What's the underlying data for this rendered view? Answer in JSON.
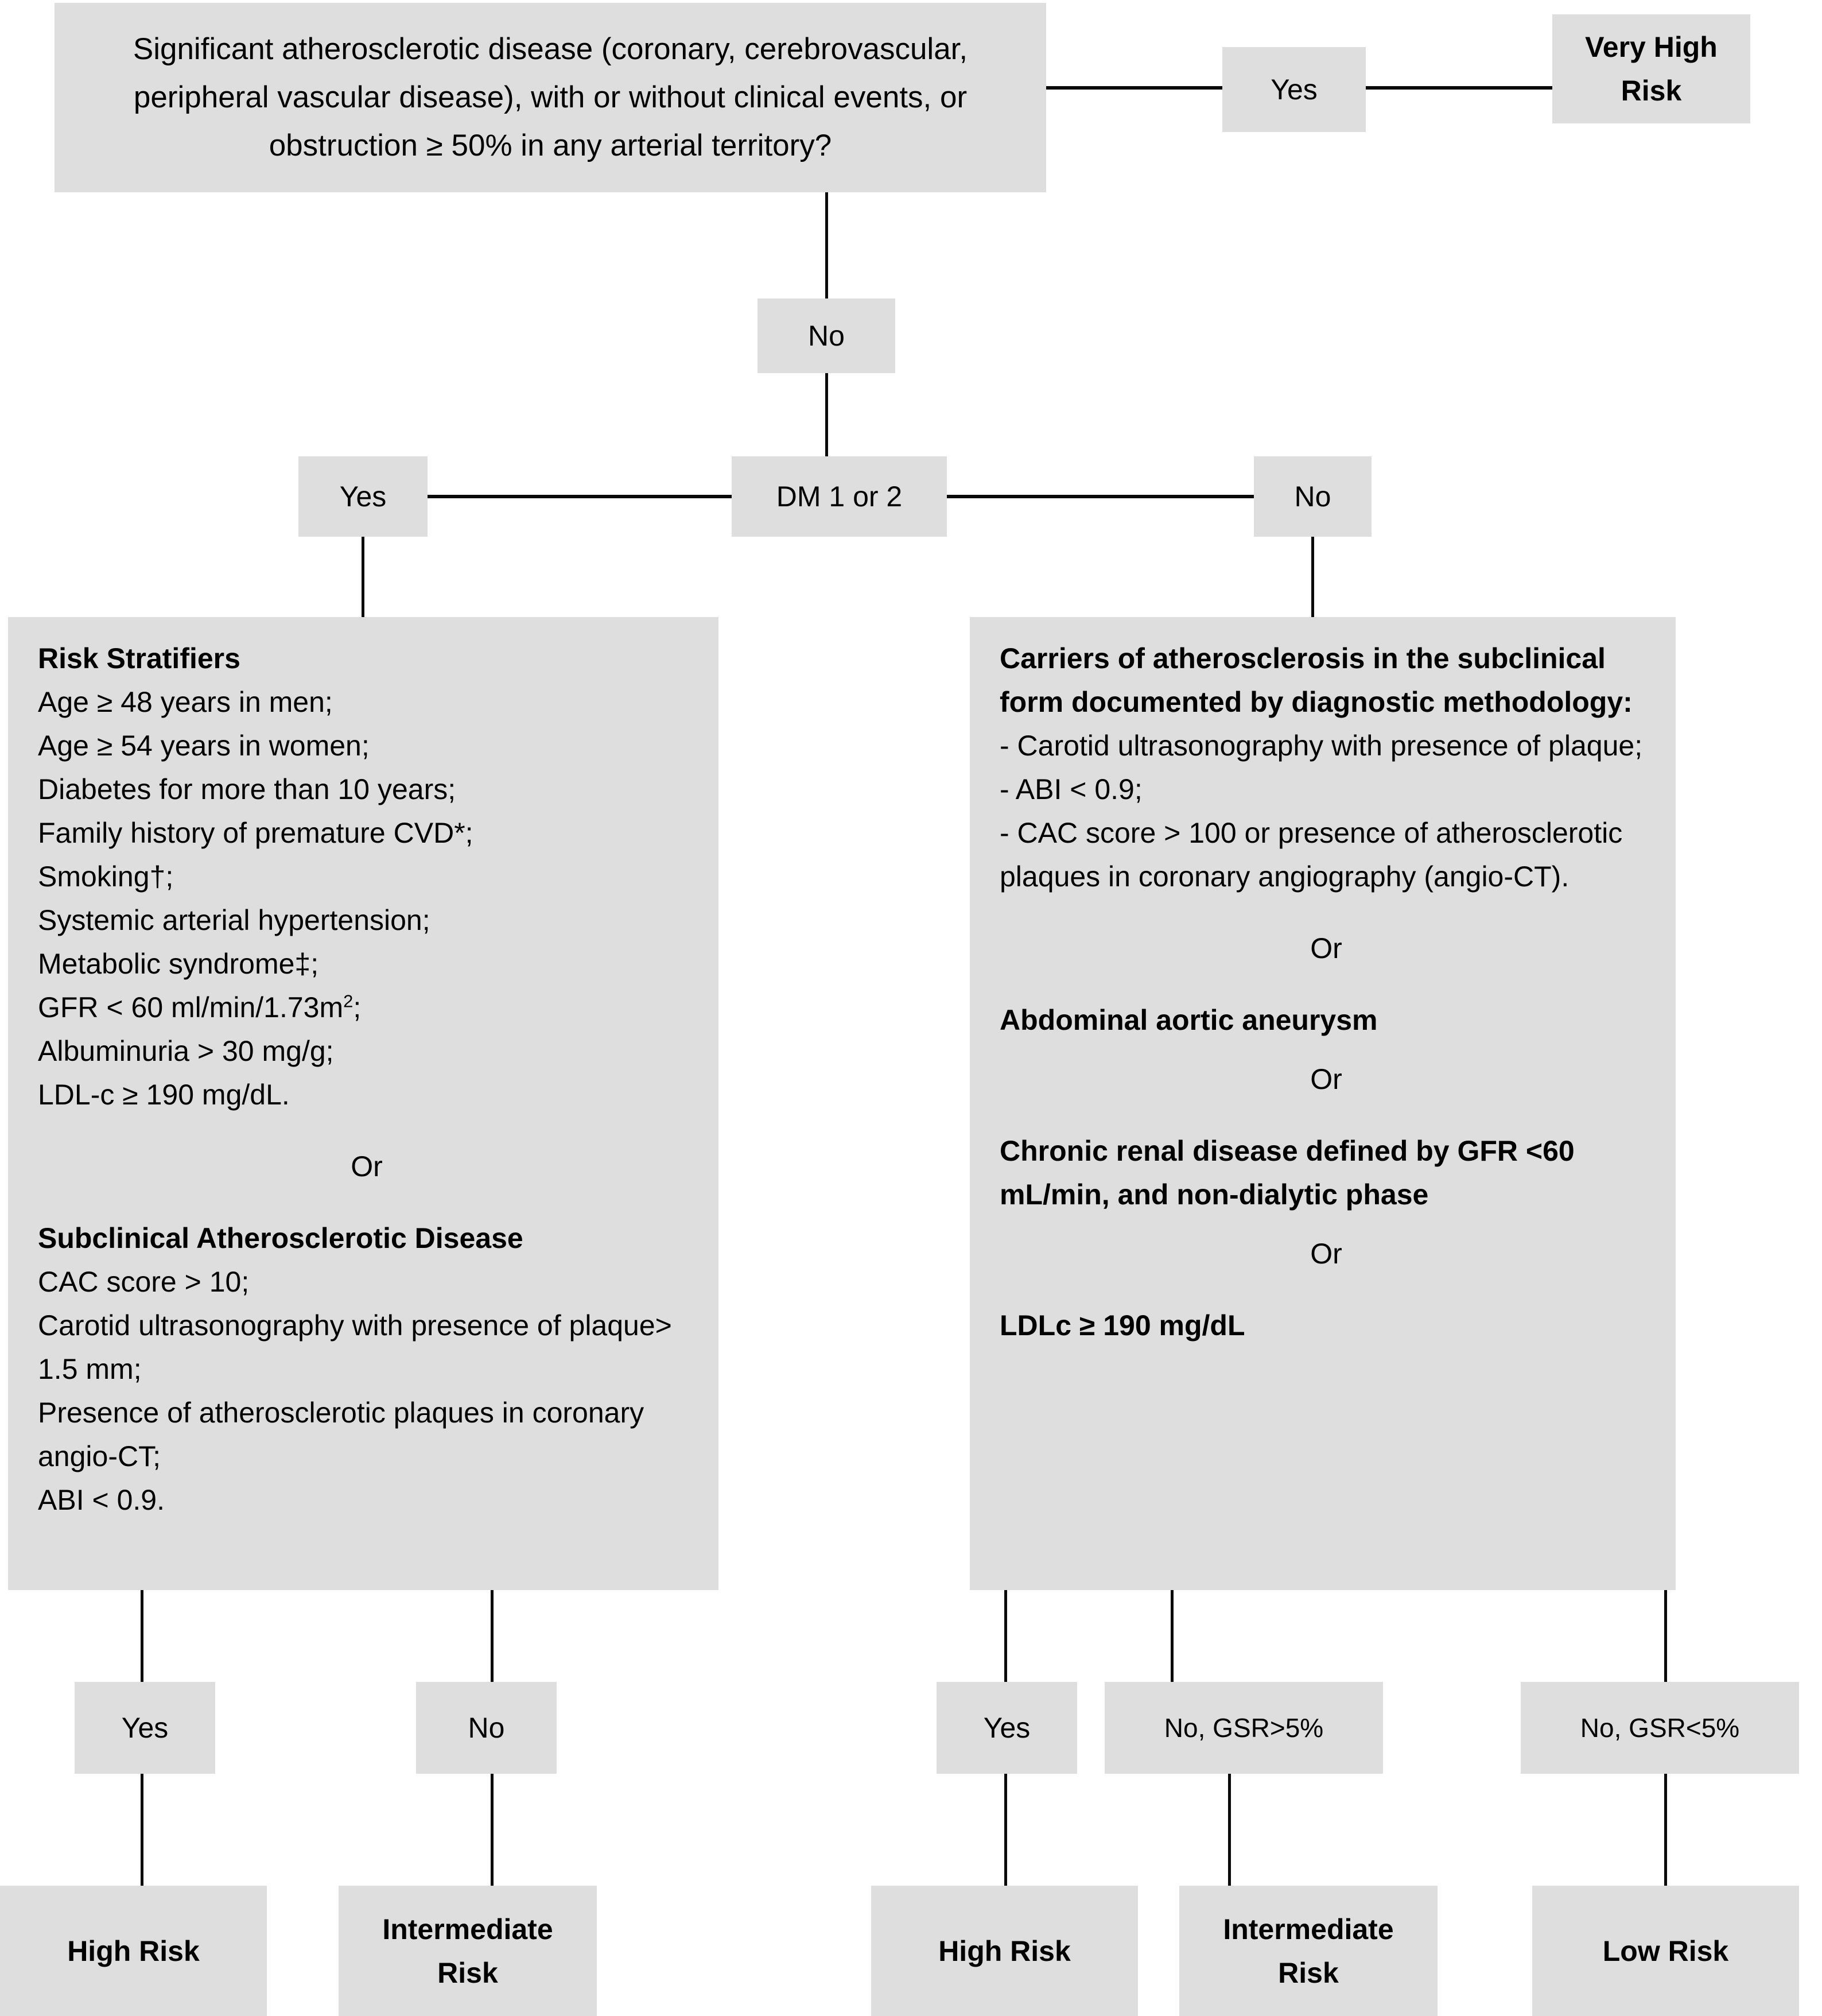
{
  "title": "Cardiovascular risk stratification flowchart",
  "theme": {
    "box_fill": "#dedede",
    "line_color": "#0a0a0a",
    "text_color": "#000000",
    "page_background": "#ffffff"
  },
  "nodes": {
    "root_question": "Significant atherosclerotic disease (coronary, cerebrovascular, peripheral vascular disease), with or without clinical events, or obstruction ≥ 50% in any arterial territory?",
    "root_yes": "Yes",
    "very_high_risk": "Very High\nRisk",
    "very_high_risk_l1": "Very High",
    "very_high_risk_l2": "Risk",
    "root_no": "No",
    "dm_decision": "DM 1 or 2",
    "dm_yes": "Yes",
    "dm_no": "No"
  },
  "left_panel": {
    "heading1": "Risk Stratifiers",
    "items1": [
      "Age ≥ 48 years in men;",
      "Age ≥ 54 years in women;",
      "Diabetes for more than 10 years;",
      "Family history of premature CVD*;",
      "Smoking†;",
      "Systemic arterial hypertension;",
      "Metabolic syndrome‡;",
      "Albuminuria > 30 mg/g;",
      "LDL-c ≥ 190 mg/dL."
    ],
    "gfr_prefix": "GFR < 60 ml/min/1.73m",
    "gfr_sup": "2",
    "gfr_suffix": ";",
    "or": "Or",
    "heading2": "Subclinical Atherosclerotic Disease",
    "items2": [
      "CAC score > 10;",
      "Carotid ultrasonography with presence of plaque> 1.5 mm;",
      "Presence of atherosclerotic plaques in coronary angio-CT;",
      "ABI < 0.9."
    ]
  },
  "right_panel": {
    "heading1": "Carriers of atherosclerosis in the subclinical form documented by diagnostic methodology:",
    "items1": [
      "- Carotid ultrasonography with presence of plaque;",
      "- ABI < 0.9;",
      "- CAC score > 100 or presence of atherosclerotic plaques in coronary angiography (angio-CT)."
    ],
    "or1": "Or",
    "heading2": "Abdominal aortic aneurysm",
    "or2": "Or",
    "heading3": "Chronic renal disease defined by GFR <60 mL/min, and non-dialytic phase",
    "or3": "Or",
    "heading4": "LDLc ≥ 190 mg/dL"
  },
  "branch_labels": {
    "left_yes": "Yes",
    "left_no": "No",
    "right_yes": "Yes",
    "right_no_gsr_high": "No, GSR>5%",
    "right_no_gsr_low": "No, GSR<5%"
  },
  "outcomes": {
    "left_high": "High Risk",
    "left_intermediate_l1": "Intermediate",
    "left_intermediate_l2": "Risk",
    "right_high": "High Risk",
    "right_intermediate_l1": "Intermediate",
    "right_intermediate_l2": "Risk",
    "right_low": "Low Risk"
  }
}
